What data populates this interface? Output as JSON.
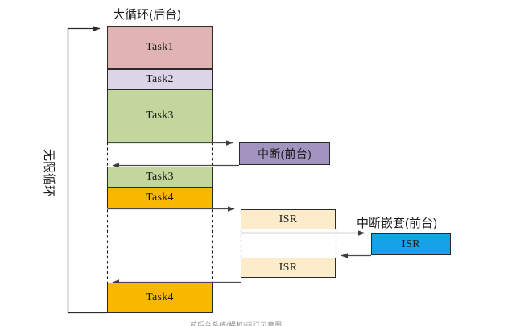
{
  "diagram": {
    "title_main": "大循环(后台)",
    "title_interrupt": "中断(前台)",
    "title_nested": "中断嵌套(前台)",
    "loop_label": "无限循环",
    "bottom_caption": "前后台系统(裸机)运行示意图",
    "blocks": {
      "task1": "Task1",
      "task2": "Task2",
      "task3_first": "Task3",
      "task3_second": "Task3",
      "task4_first": "Task4",
      "task4_bottom": "Task4",
      "interrupt": "中断(前台)",
      "isr_upper": "ISR",
      "isr_lower": "ISR",
      "isr_nested": "ISR"
    },
    "colors": {
      "task1": "#e0b4b2",
      "task2": "#dcd5e8",
      "task3": "#c3d69b",
      "task4": "#f9b700",
      "interrupt": "#a394bf",
      "isr": "#fcecc9",
      "isr_nested": "#14a3e8",
      "stroke": "#2b2b2b",
      "arrow": "#4a4a4a",
      "dash": "#1a1a1a"
    }
  }
}
